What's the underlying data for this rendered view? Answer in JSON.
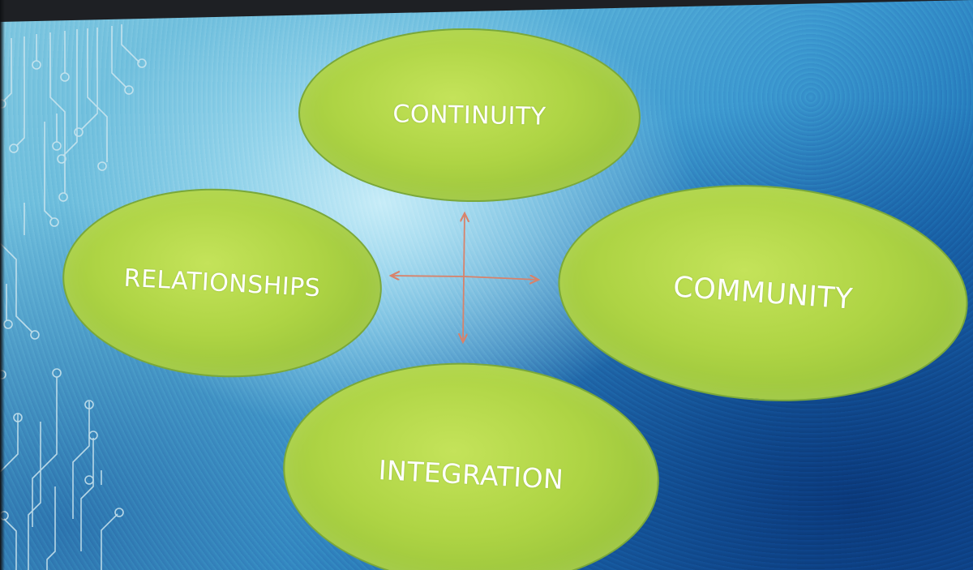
{
  "slide": {
    "bubbles": {
      "continuity": "CONTINUITY",
      "relationships": "RELATIONSHIPS",
      "community": "COMMUNITY",
      "integration": "INTEGRATION"
    }
  },
  "colors": {
    "bubble_fill": "#aed444",
    "bubble_border": "#7aa83a",
    "arrow": "#d8826a",
    "background_light": "#bfe8f5",
    "background_dark": "#11519a",
    "circuit": "#c8e4ee"
  }
}
